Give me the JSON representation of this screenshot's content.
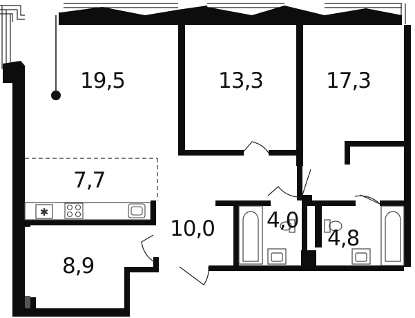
{
  "plan": {
    "colors": {
      "wall": "#0d0d0d",
      "line": "#222222",
      "fixture": "#555555",
      "background": "#ffffff"
    },
    "rooms": [
      {
        "id": "living",
        "area": "19,5"
      },
      {
        "id": "bedroom-1",
        "area": "13,3"
      },
      {
        "id": "bedroom-2",
        "area": "17,3"
      },
      {
        "id": "kitchen",
        "area": "7,7"
      },
      {
        "id": "hall",
        "area": "10,0"
      },
      {
        "id": "bathroom-1",
        "area": "4,0"
      },
      {
        "id": "bathroom-2",
        "area": "4,8"
      },
      {
        "id": "room-small",
        "area": "8,9"
      }
    ],
    "icons": [
      "fridge-icon",
      "stove-icon",
      "sink-icon",
      "bathtub-icon",
      "toilet-icon",
      "washbasin-icon",
      "entrance-marker-icon"
    ]
  }
}
